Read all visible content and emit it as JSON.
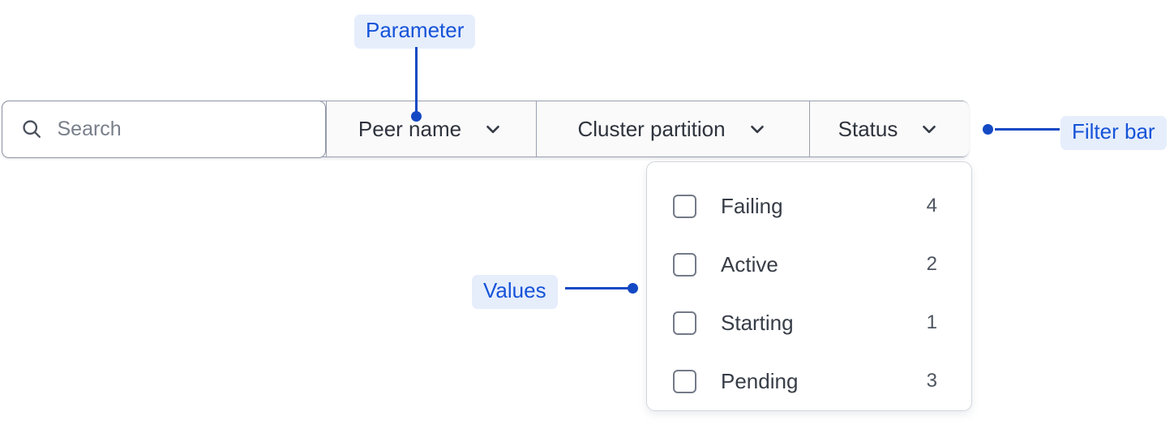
{
  "filter_bar": {
    "search": {
      "icon": "search-icon",
      "placeholder": "Search",
      "value": ""
    },
    "filters": [
      {
        "label": "Peer name",
        "icon": "chevron-down-icon"
      },
      {
        "label": "Cluster partition",
        "icon": "chevron-down-icon"
      },
      {
        "label": "Status",
        "icon": "chevron-down-icon"
      }
    ]
  },
  "status_dropdown": {
    "options": [
      {
        "label": "Failing",
        "count": "4",
        "checked": false
      },
      {
        "label": "Active",
        "count": "2",
        "checked": false
      },
      {
        "label": "Starting",
        "count": "1",
        "checked": false
      },
      {
        "label": "Pending",
        "count": "3",
        "checked": false
      }
    ]
  },
  "annotations": [
    {
      "label": "Parameter"
    },
    {
      "label": "Values"
    },
    {
      "label": "Filter bar"
    }
  ],
  "colors": {
    "annotation_text": "#1553d8",
    "annotation_background": "#e6eefc",
    "annotation_line": "#1449c4",
    "bar_border": "#9aa0ad",
    "text_primary": "#2e333d",
    "placeholder": "#787f8b"
  }
}
